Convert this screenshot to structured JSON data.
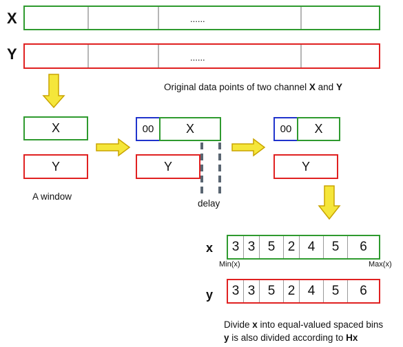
{
  "top": {
    "x_label": "X",
    "y_label": "Y",
    "ellipsis": "......",
    "caption_prefix": "Original data points of two channel ",
    "caption_x": "X",
    "caption_and": " and ",
    "caption_y": "Y"
  },
  "window": {
    "x_label": "X",
    "y_label": "Y",
    "caption": "A window"
  },
  "delay_stage": {
    "prefix": "00",
    "x_label": "X",
    "y_label": "Y",
    "delay_label": "delay"
  },
  "shifted_stage": {
    "prefix": "00",
    "x_label": "X",
    "y_label": "Y"
  },
  "bins": {
    "x_row_label": "x",
    "y_row_label": "y",
    "x_values": [
      "3",
      "3",
      "5",
      "2",
      "4",
      "5",
      "6"
    ],
    "y_values": [
      "3",
      "3",
      "5",
      "2",
      "4",
      "5",
      "6"
    ],
    "min_label": "Min(x)",
    "max_label": "Max(x)"
  },
  "caption": {
    "line1_prefix": "Divide ",
    "line1_bold": "x",
    "line1_suffix": " into equal-valued spaced bins",
    "line2_bold": "y",
    "line2_middle": " is also divided according to ",
    "line2_bold_end": "Hx"
  },
  "colors": {
    "green": "#2e9a2e",
    "red": "#e02020",
    "blue": "#1f33cc",
    "arrow_fill": "#f5e63a",
    "arrow_stroke": "#c9a400"
  }
}
